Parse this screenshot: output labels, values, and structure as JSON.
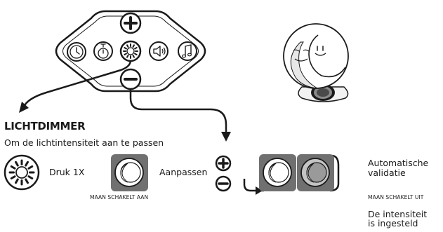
{
  "section_title": "LICHTDIMMER",
  "description": "Om de lichtintensiteit aan te passen",
  "step_press": "Druk  1X",
  "step_adjust": "Aanpassen",
  "status_on": "MAAN SCHAKELT AAN",
  "auto_line1": "Automatische",
  "auto_line2": "validatie",
  "status_off": "MAAN SCHAKELT UIT",
  "set_line1": "De intensiteit",
  "set_line2": "is ingesteld",
  "icons": [
    "plus-icon",
    "clock-icon",
    "timer-icon",
    "light-icon",
    "volume-icon",
    "music-icon",
    "minus-icon",
    "moon-icon",
    "arrow-icon"
  ],
  "colors": {
    "stroke": "#1a1a1a",
    "dark_gray": "#707070",
    "mid_gray": "#8f8f8f",
    "light_gray": "#c4c4c4"
  }
}
